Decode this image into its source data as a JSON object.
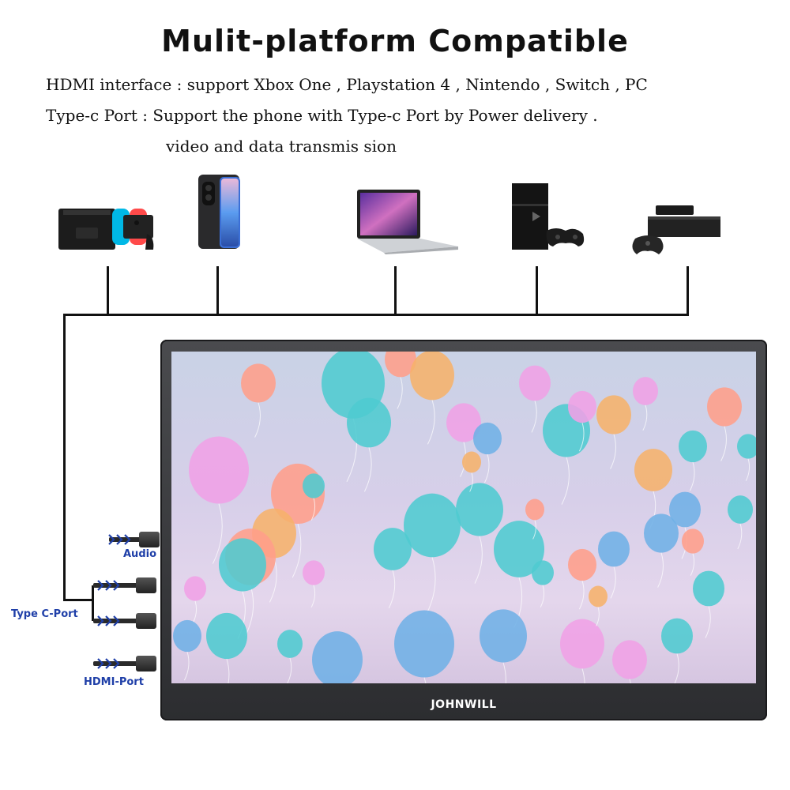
{
  "header": {
    "title": "Mulit-platform Compatible",
    "line1": "HDMI interface : support Xbox One , Playstation 4 , Nintendo , Switch , PC",
    "line2": "Type-c Port : Support the phone with Type-c Port by Power delivery .",
    "line3": "video and data transmis sion"
  },
  "devices": [
    {
      "icon": "nintendo-switch-icon"
    },
    {
      "icon": "smartphone-icon"
    },
    {
      "icon": "laptop-icon"
    },
    {
      "icon": "playstation-4-icon"
    },
    {
      "icon": "xbox-one-icon"
    }
  ],
  "monitor": {
    "brand": "JOHNWILL",
    "screen_colors": [
      "#4ecbd0",
      "#ff9e8a",
      "#f0a0e6",
      "#6fb0e6",
      "#f6b26b"
    ]
  },
  "ports": {
    "audio_label": "Audio",
    "typec_label": "Type C-Port",
    "hdmi_label": "HDMI-Port",
    "arrow_color": "#1f3fa8"
  }
}
